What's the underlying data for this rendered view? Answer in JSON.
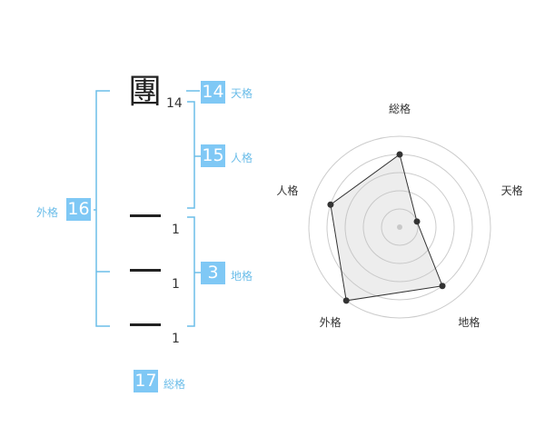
{
  "name": {
    "characters": [
      {
        "char": "團",
        "strokes": "14"
      },
      {
        "char": "一",
        "strokes": "1"
      },
      {
        "char": "一",
        "strokes": "1"
      },
      {
        "char": "一",
        "strokes": "1"
      }
    ]
  },
  "fortune": {
    "tenkaku": {
      "value": "14",
      "label": "天格"
    },
    "jinkaku": {
      "value": "15",
      "label": "人格"
    },
    "chikaku": {
      "value": "3",
      "label": "地格"
    },
    "gaikaku": {
      "value": "16",
      "label": "外格"
    },
    "soukaku": {
      "value": "17",
      "label": "総格"
    }
  },
  "colors": {
    "accent": "#7fc8f5",
    "bracket": "#6bbde9",
    "radar_fill": "#eeeeee"
  },
  "chart_data": {
    "type": "radar",
    "axes": [
      "総格",
      "天格",
      "地格",
      "外格",
      "人格"
    ],
    "values": [
      4,
      1,
      4,
      5,
      4
    ],
    "max": 5,
    "rings": 5,
    "grid": true
  }
}
